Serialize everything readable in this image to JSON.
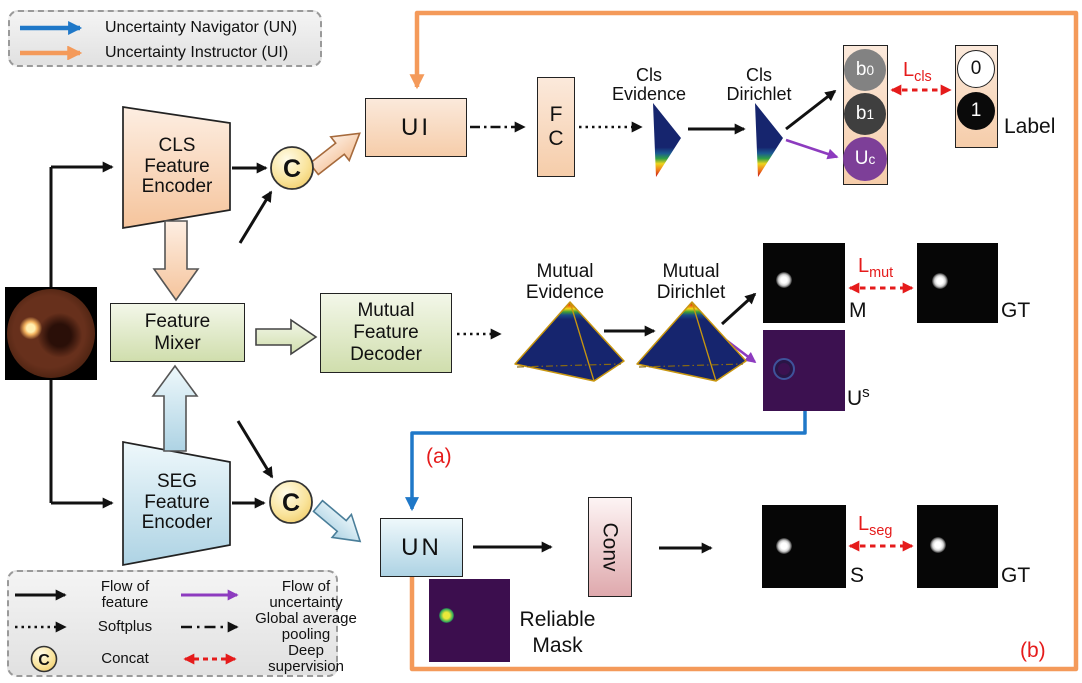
{
  "palette": {
    "un_blue": "#1f78c8",
    "ui_orange": "#f49a5a",
    "uncertainty_purple": "#8d3bbf",
    "supervision_red": "#e51b1b",
    "feature_black": "#111111",
    "dirichlet_navy": "#16256e",
    "pyramid_gold": "#c8960f",
    "peach_box": "#f5c49c",
    "green_box": "#d0dead",
    "blue_box": "#aed3e4",
    "pink_box": "#dfa9ad",
    "concat_yellow": "#f7d97c"
  },
  "legend_top": {
    "items": [
      {
        "id": "un",
        "label": "Uncertainty Navigator (UN)"
      },
      {
        "id": "ui",
        "label": "Uncertainty Instructor (UI)"
      }
    ]
  },
  "legend_bottom": {
    "items": [
      {
        "id": "flow-feature",
        "label": "Flow of feature"
      },
      {
        "id": "flow-uncertainty",
        "label": "Flow of uncertainty"
      },
      {
        "id": "softplus",
        "label": "Softplus"
      },
      {
        "id": "gap",
        "label": "Global average pooling"
      },
      {
        "id": "concat",
        "label": "Concat"
      },
      {
        "id": "deep-supervision",
        "label": "Deep supervision"
      }
    ]
  },
  "concat_symbol": "C",
  "nodes": {
    "cls_encoder": "CLS Feature Encoder",
    "seg_encoder": "SEG Feature Encoder",
    "feature_mixer": "Feature Mixer",
    "mutual_decoder": "Mutual Feature Decoder",
    "ui": "UI",
    "un": "UN",
    "fc_top": "F",
    "fc_bottom": "C",
    "conv": "Conv"
  },
  "cls_branch": {
    "evidence_label": "Cls Evidence",
    "dirichlet_label": "Cls Dirichlet",
    "b0": {
      "base": "b",
      "sub": "0"
    },
    "b1": {
      "base": "b",
      "sub": "1"
    },
    "uncertainty": {
      "base": "U",
      "sup": "c"
    },
    "loss": {
      "base": "L",
      "sub": "cls"
    },
    "label_zero": "0",
    "label_one": "1",
    "label_caption": "Label"
  },
  "mutual_branch": {
    "evidence_label": "Mutual Evidence",
    "dirichlet_label": "Mutual Dirichlet",
    "m_label": "M",
    "gt_label": "GT",
    "uncertainty": {
      "base": "U",
      "sup": "s"
    },
    "loss": {
      "base": "L",
      "sub": "mut"
    }
  },
  "seg_branch": {
    "s_label": "S",
    "gt_label": "GT",
    "reliable_mask_label": "Reliable Mask",
    "loss": {
      "base": "L",
      "sub": "seg"
    }
  },
  "markers": {
    "a": "(a)",
    "b": "(b)"
  }
}
